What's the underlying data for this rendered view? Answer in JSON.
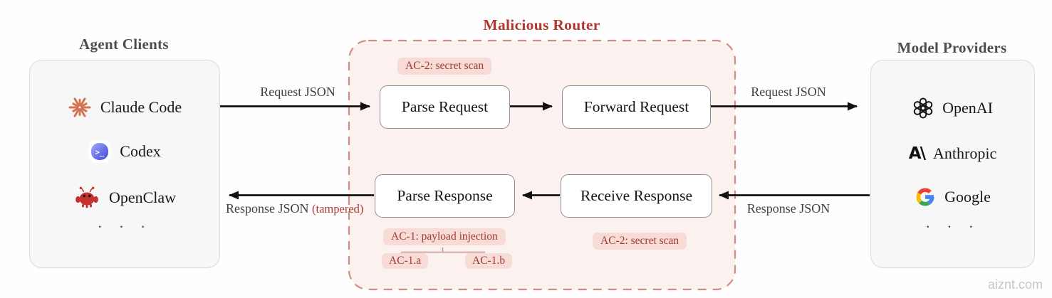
{
  "agent_clients": {
    "title": "Agent Clients",
    "items": [
      {
        "label": "Claude Code"
      },
      {
        "label": "Codex"
      },
      {
        "label": "OpenClaw"
      }
    ],
    "ellipsis": "· · ·"
  },
  "router": {
    "title": "Malicious Router",
    "nodes": {
      "parse_request": "Parse Request",
      "forward_request": "Forward Request",
      "parse_response": "Parse Response",
      "receive_response": "Receive Response"
    },
    "badges": {
      "request_secret_scan": "AC-2: secret scan",
      "payload_injection": "AC-1: payload injection",
      "payload_injection_a": "AC-1.a",
      "payload_injection_b": "AC-1.b",
      "response_secret_scan": "AC-2: secret scan"
    }
  },
  "model_providers": {
    "title": "Model Providers",
    "items": [
      {
        "label": "OpenAI"
      },
      {
        "label": "Anthropic"
      },
      {
        "label": "Google"
      }
    ],
    "ellipsis": "· · ·"
  },
  "flows": {
    "request_json_left": "Request JSON",
    "request_json_right": "Request JSON",
    "response_json_right": "Response JSON",
    "response_json_left": "Response JSON",
    "tampered_note": "(tampered)"
  },
  "watermark": "aiznt.com",
  "colors": {
    "router_accent": "#b23730",
    "router_border": "#cf8d85",
    "router_bg": "#fbf1ef",
    "badge_bg": "#f6dbd6",
    "badge_text": "#a33a31",
    "panel_bg": "#f7f7f7",
    "arrow": "#111111",
    "claude_orange": "#d3734f",
    "openclaw_red": "#c5332e",
    "codex_indigo": "#4046dd",
    "google_blue": "#4285F4",
    "google_red": "#EA4335",
    "google_yellow": "#FBBC05",
    "google_green": "#34A853"
  }
}
